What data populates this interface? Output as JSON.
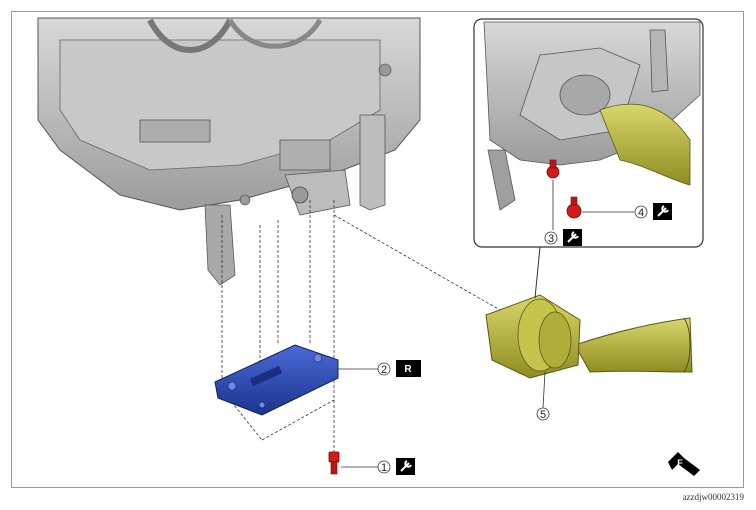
{
  "figure": {
    "reference_code": "azzdjw00002319",
    "direction_indicator": "F",
    "callouts": [
      {
        "number": "1",
        "icon": "wrench-icon"
      },
      {
        "number": "2",
        "icon": "replace-badge",
        "badge_text": "R"
      },
      {
        "number": "3",
        "icon": "wrench-icon"
      },
      {
        "number": "4",
        "icon": "wrench-icon"
      },
      {
        "number": "5",
        "icon": ""
      }
    ]
  },
  "colors": {
    "bracket_blue": "#2a49b8",
    "bolt_red": "#d21a1a",
    "connector_olive": "#b4b23a",
    "chassis_gray": "#b9b9b9",
    "line_dark": "#1a1a1a"
  }
}
